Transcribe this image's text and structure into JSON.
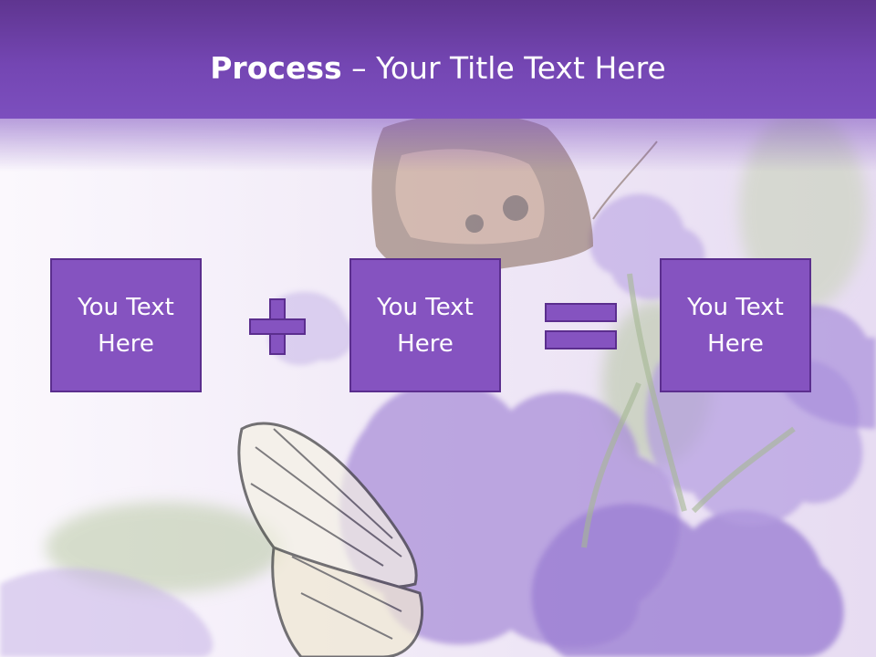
{
  "slide": {
    "title_bold": "Process",
    "title_dash": " – ",
    "title_rest": "Your Title Text Here",
    "boxes": [
      {
        "text": "You Text Here"
      },
      {
        "text": "You Text Here"
      },
      {
        "text": "You Text Here"
      }
    ],
    "operators": [
      "plus-icon",
      "equals-icon"
    ]
  },
  "colors": {
    "header": "#7446b3",
    "box_fill": "#8553c0",
    "box_border": "#5b2e8e",
    "text": "#ffffff"
  }
}
